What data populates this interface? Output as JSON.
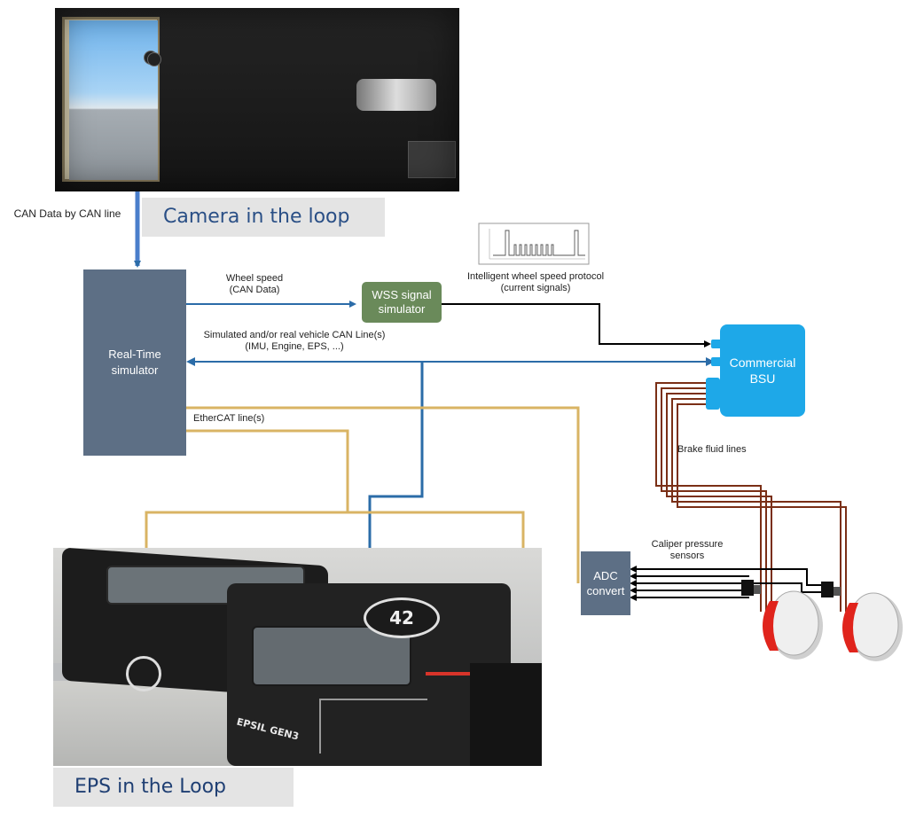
{
  "captions": {
    "camera_loop": "Camera in the loop",
    "eps_loop": "EPS in the Loop"
  },
  "labels": {
    "can_data_line": "CAN Data by CAN line",
    "wheel_speed": "Wheel speed\n(CAN Data)",
    "sim_can_lines": "Simulated and/or real vehicle CAN Line(s)\n(IMU, Engine, EPS, ...)",
    "ethercat": "EtherCAT line(s)",
    "iws_protocol": "Intelligent wheel speed protocol\n(current signals)",
    "brake_fluid": "Brake fluid lines",
    "caliper": "Caliper pressure\nsensors",
    "rts": "Real-Time\nsimulator",
    "wss": "WSS signal\nsimulator",
    "bsu": "Commercial\nBSU",
    "adc": "ADC\nconvert",
    "eps_text": "EPSIL GEN3",
    "badge": "42"
  },
  "colors": {
    "rts": "#5d6f85",
    "wss": "#6a8a5a",
    "bsu": "#1ea8e8",
    "adc": "#5d6f85",
    "can_blue": "#2b6ca8",
    "ethercat": "#d9b464",
    "brake": "#7a2f16",
    "signal": "#000000"
  }
}
